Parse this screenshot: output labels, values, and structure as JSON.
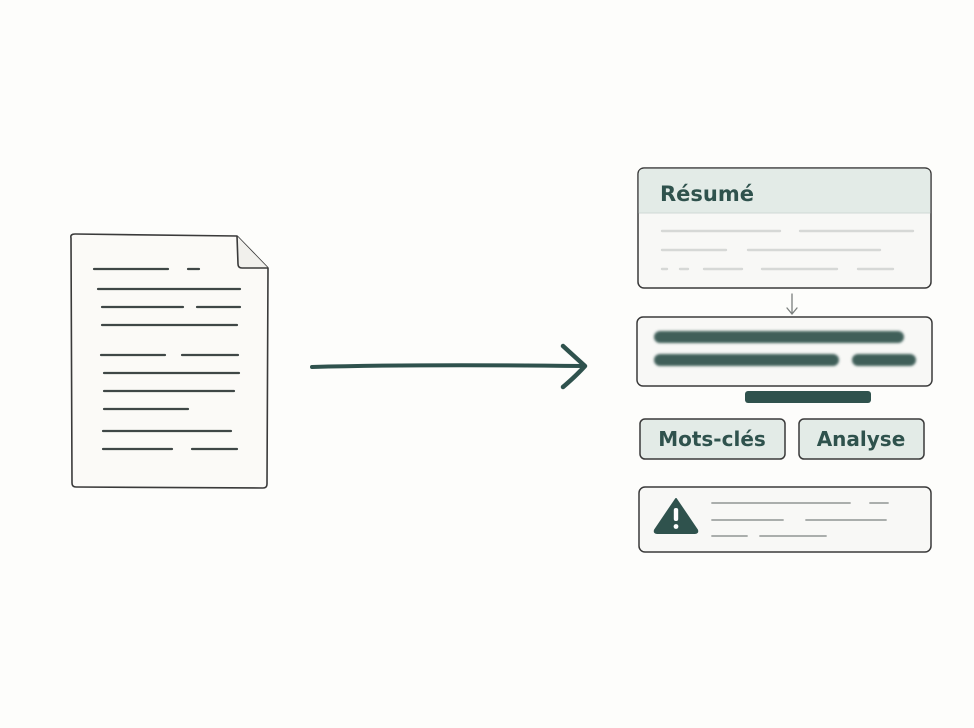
{
  "summary_card": {
    "title": "Résumé"
  },
  "buttons": {
    "keywords_label": "Mots-clés",
    "analysis_label": "Analyse"
  },
  "colors": {
    "ink": "#2f524d",
    "outline": "#3a3a3a",
    "header_fill": "#e3ebe7",
    "card_fill": "#f8f8f6",
    "paper_fill": "#fbfaf7",
    "line_gray": "#d4d6d4"
  },
  "icons": {
    "document": "document-icon",
    "arrow": "arrow-right-icon",
    "warning": "warning-icon"
  }
}
